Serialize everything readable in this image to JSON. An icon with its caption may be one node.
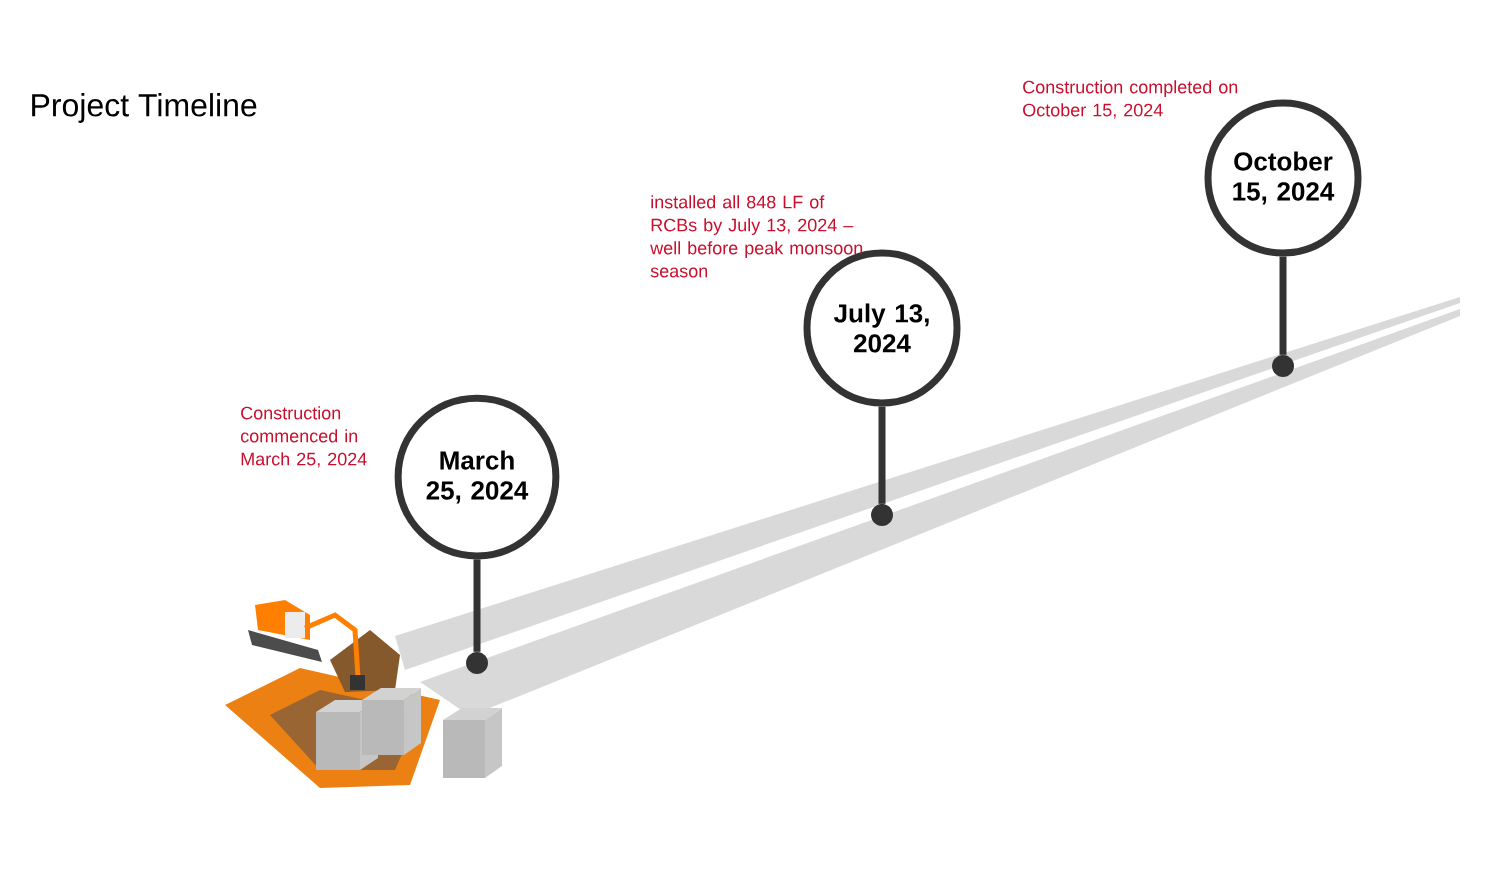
{
  "diagram": {
    "title": "Project Timeline",
    "nodes": [
      {
        "text": [
          "March 25, 2024"
        ],
        "beside": [
          "Construction commenced in March 25, 2024"
        ]
      },
      {
        "text": [
          "July 13, 2024"
        ],
        "beside": [
          "installed all 848 LF of RCBs by July 13, 2024 – well before peak monsoon season"
        ]
      },
      {
        "text": [
          "October 15, 2024"
        ],
        "beside": [
          "Construction completed on October 15, 2024"
        ]
      },
      {
        "text": [],
        "shape": "circle"
      },
      {
        "text": [],
        "shape": "circle"
      },
      {
        "text": [],
        "shape": "circle"
      }
    ],
    "edges": [
      {
        "from": 0,
        "to": 3,
        "arrow": "none"
      },
      {
        "from": 1,
        "to": 4,
        "arrow": "none"
      },
      {
        "from": 2,
        "to": 5,
        "arrow": "none"
      }
    ]
  }
}
